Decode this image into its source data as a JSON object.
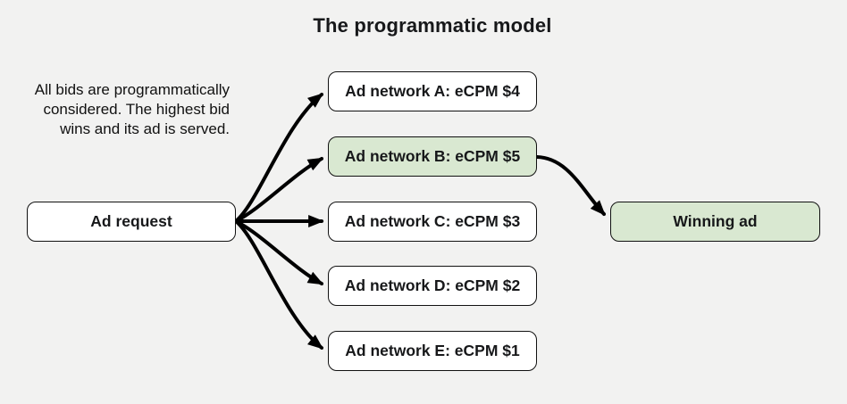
{
  "title": "The programmatic model",
  "description": {
    "lines": [
      "All bids are programmatically",
      "considered. The highest bid",
      "wins and its ad is served."
    ]
  },
  "nodes": {
    "ad_request": {
      "label": "Ad request"
    },
    "networks": [
      {
        "label": "Ad network A: eCPM $4",
        "highlighted": false
      },
      {
        "label": "Ad network B: eCPM $5",
        "highlighted": true
      },
      {
        "label": "Ad network C: eCPM $3",
        "highlighted": false
      },
      {
        "label": "Ad network D: eCPM $2",
        "highlighted": false
      },
      {
        "label": "Ad network E: eCPM $1",
        "highlighted": false
      }
    ],
    "winning_ad": {
      "label": "Winning ad"
    }
  },
  "colors": {
    "background": "#f2f2f1",
    "box_fill": "#ffffff",
    "highlight_fill": "#d9e8d1",
    "border": "#111111",
    "text": "#17181a",
    "arrow": "#000000"
  }
}
